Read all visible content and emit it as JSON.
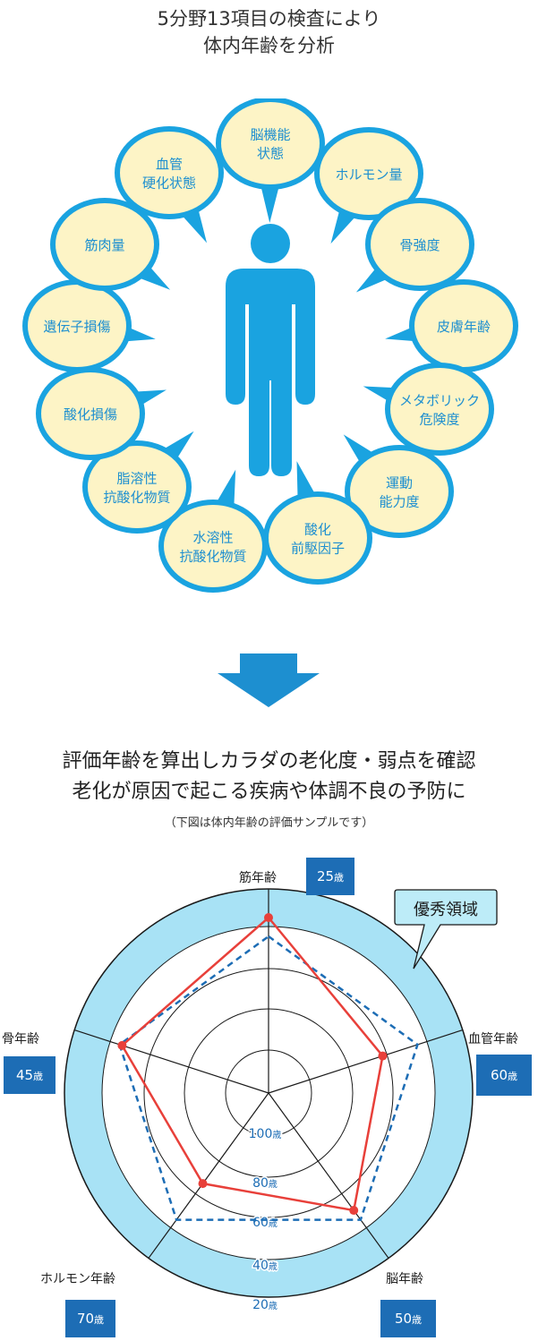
{
  "header": {
    "line1": "5分野13項目の検査により",
    "line2": "体内年齢を分析"
  },
  "bubbles": [
    {
      "lines": [
        "脳機能",
        "状態"
      ]
    },
    {
      "lines": [
        "ホルモン量"
      ]
    },
    {
      "lines": [
        "骨強度"
      ]
    },
    {
      "lines": [
        "皮膚年齢"
      ]
    },
    {
      "lines": [
        "メタボリック",
        "危険度"
      ]
    },
    {
      "lines": [
        "運動",
        "能力度"
      ]
    },
    {
      "lines": [
        "酸化",
        "前駆因子"
      ]
    },
    {
      "lines": [
        "水溶性",
        "抗酸化物質"
      ]
    },
    {
      "lines": [
        "脂溶性",
        "抗酸化物質"
      ]
    },
    {
      "lines": [
        "酸化損傷"
      ]
    },
    {
      "lines": [
        "遺伝子損傷"
      ]
    },
    {
      "lines": [
        "筋肉量"
      ]
    },
    {
      "lines": [
        "血管",
        "硬化状態"
      ]
    }
  ],
  "headline": {
    "line1": "評価年齢を算出しカラダの老化度・弱点を確認",
    "line2": "老化が原因で起こる疾病や体調不良の予防に",
    "note": "（下図は体内年齢の評価サンプルです）"
  },
  "callout": {
    "label": "優秀領域"
  },
  "colors": {
    "accent": "#1aa3e0",
    "bubble_fill": "#fdf4c6",
    "badge": "#1d6db5",
    "sample_line": "#e8403a",
    "dashed": "#1d6db5",
    "zone": "#a8e2f5"
  },
  "chart_data": {
    "type": "radar",
    "axes": [
      {
        "name": "筋年齢",
        "age": "25",
        "unit": "歳"
      },
      {
        "name": "血管年齢",
        "age": "60",
        "unit": "歳"
      },
      {
        "name": "脳年齢",
        "age": "50",
        "unit": "歳"
      },
      {
        "name": "ホルモン年齢",
        "age": "70",
        "unit": "歳"
      },
      {
        "name": "骨年齢",
        "age": "45",
        "unit": "歳"
      }
    ],
    "scale_ticks": [
      {
        "value": "100",
        "unit": "歳"
      },
      {
        "value": "80",
        "unit": "歳"
      },
      {
        "value": "60",
        "unit": "歳"
      },
      {
        "value": "40",
        "unit": "歳"
      },
      {
        "value": "20",
        "unit": "歳"
      }
    ],
    "series": [
      {
        "values": [
          25,
          60,
          50,
          70,
          45
        ],
        "style": "solid",
        "color": "#e8403a"
      },
      {
        "values": [
          40,
          40,
          40,
          40,
          40
        ],
        "style": "dashed",
        "color": "#1d6db5"
      }
    ]
  }
}
